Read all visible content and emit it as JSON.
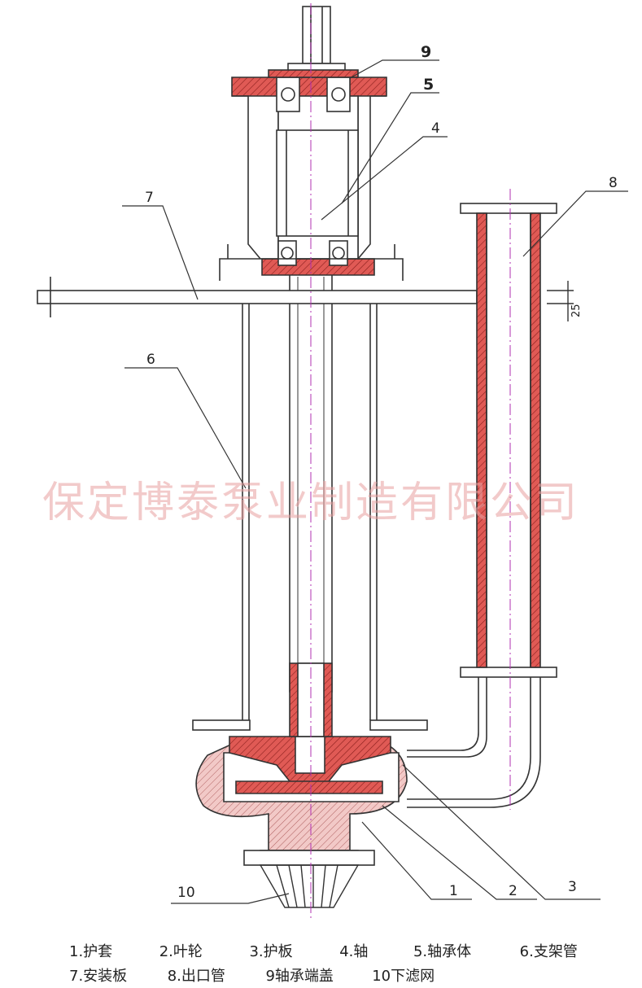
{
  "watermark": "保定博泰泵业制造有限公司",
  "callouts": [
    "1",
    "2",
    "3",
    "4",
    "5",
    "6",
    "7",
    "8",
    "9",
    "10"
  ],
  "dimension": "25",
  "legend_row1": [
    "1.护套",
    "2.叶轮",
    "3.护板",
    "4.轴",
    "5.轴承体",
    "6.支架管"
  ],
  "legend_row2": [
    "7.安装板",
    "8.出口管",
    "9轴承端盖",
    "10下滤网"
  ],
  "colors": {
    "rubber": "#d9534f",
    "line": "#333333",
    "axis": "#b030b0"
  }
}
